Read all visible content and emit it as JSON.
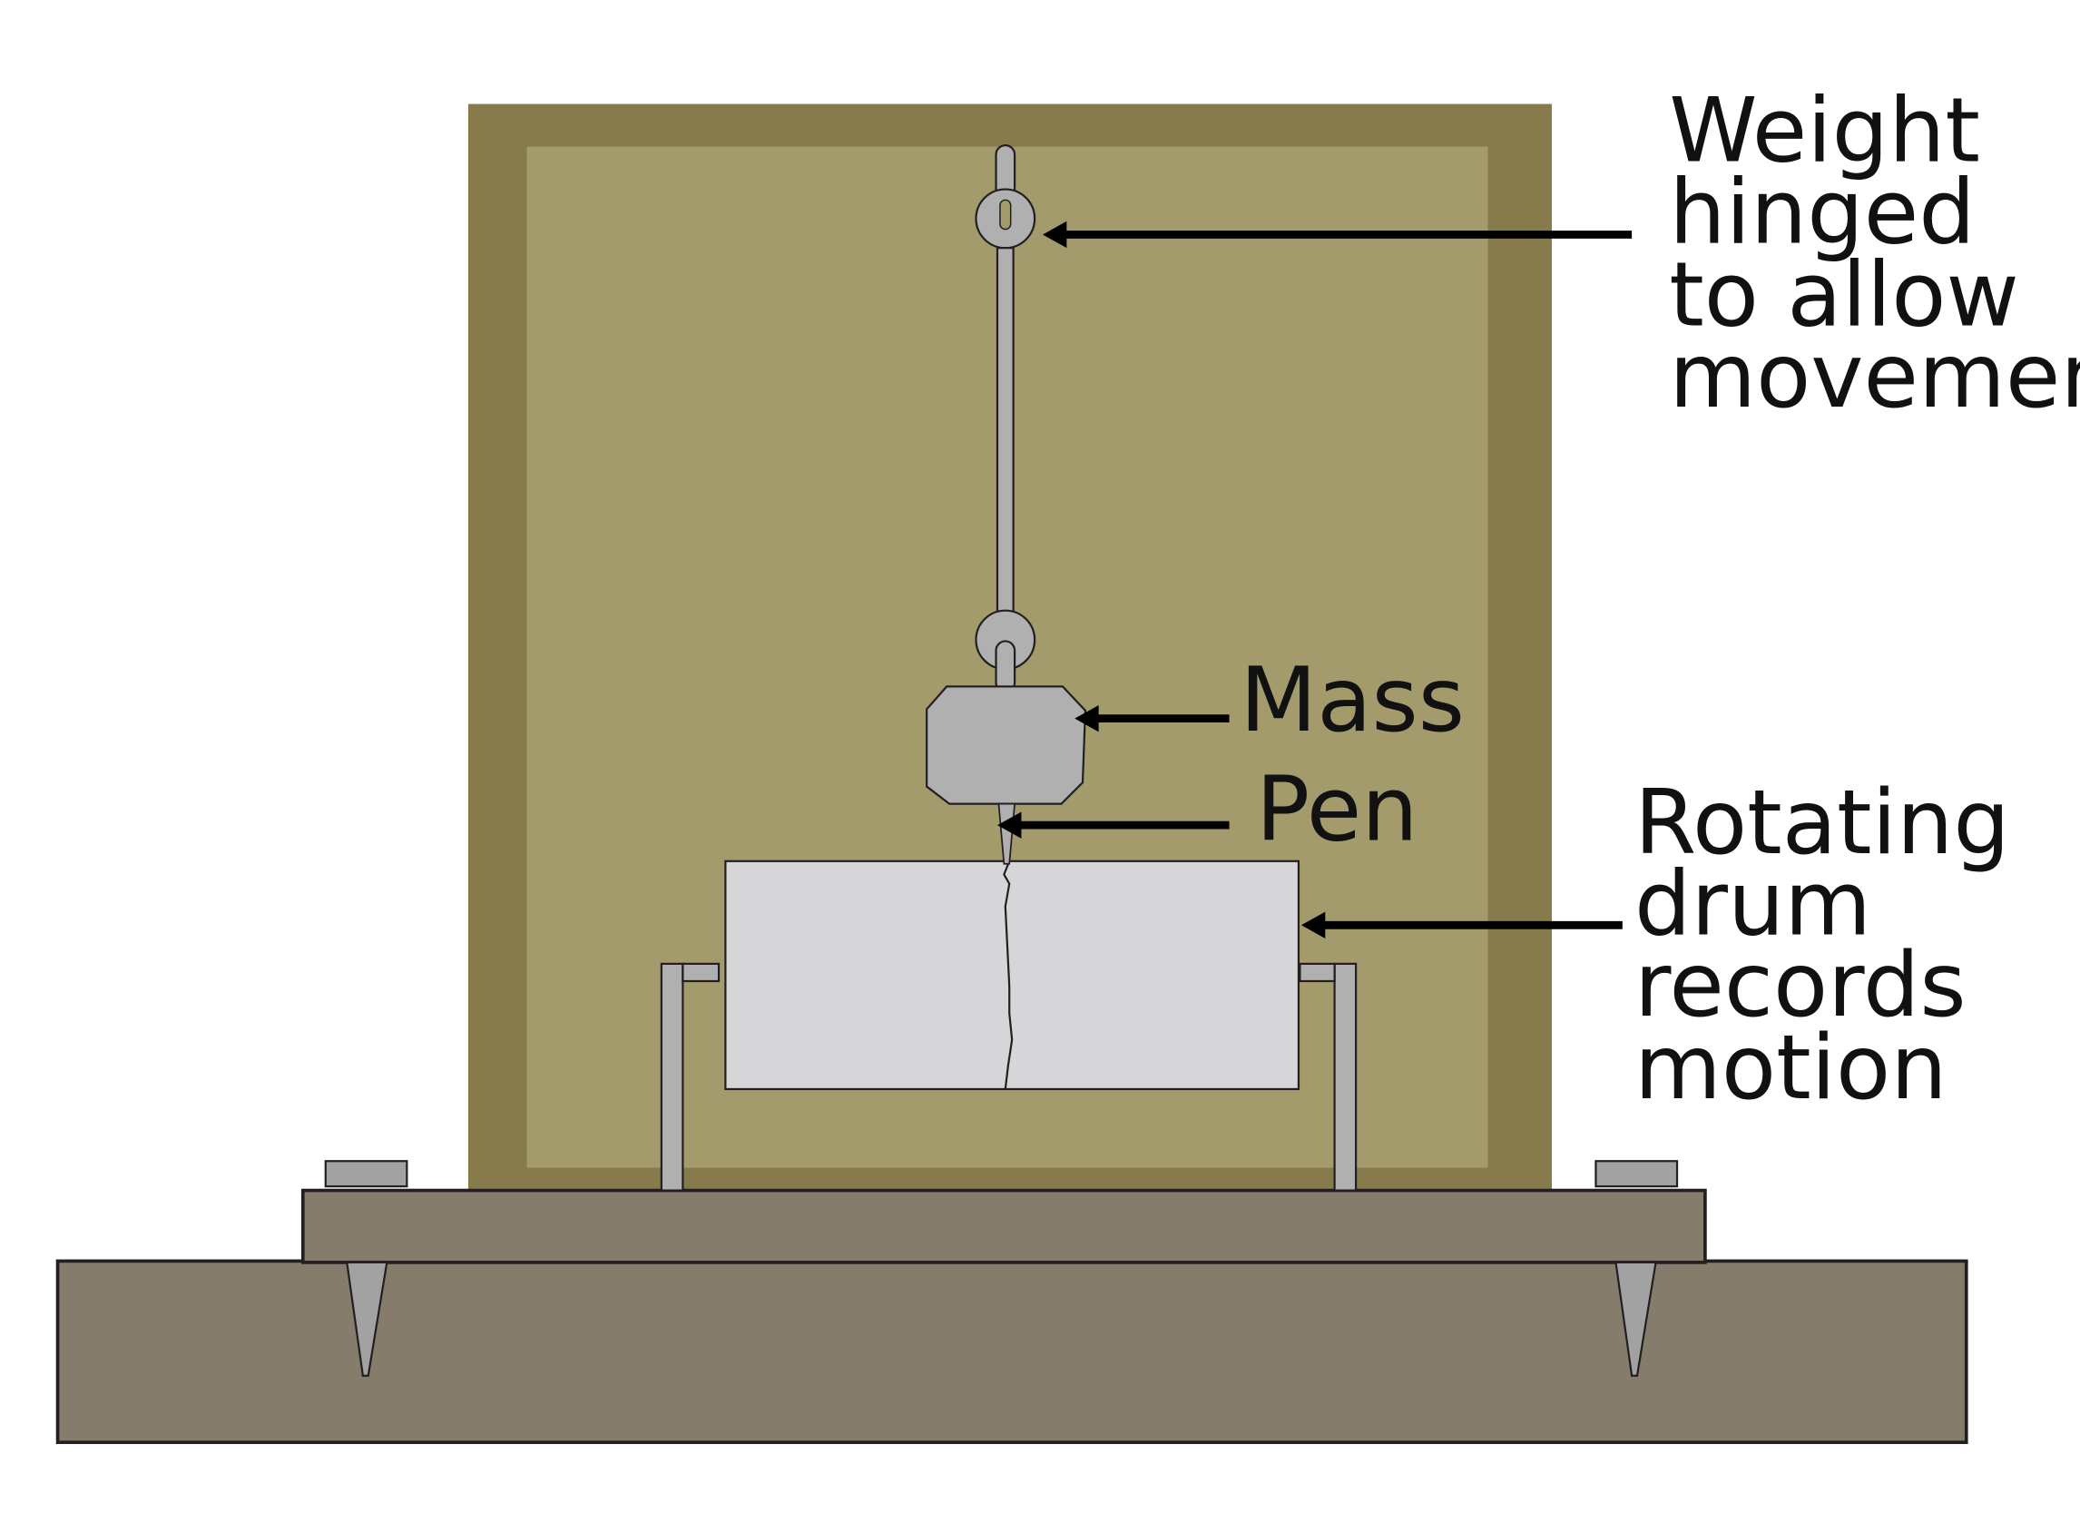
{
  "labels": {
    "weight": [
      "Weight",
      "hinged",
      "to allow",
      "movement"
    ],
    "mass": "Mass",
    "pen": "Pen",
    "drum": [
      "Rotating",
      "drum",
      "records",
      "motion"
    ]
  },
  "colors": {
    "housing_outer": "#877B4C",
    "housing_inner": "#A39B6C",
    "base": "#857C6C",
    "metal": "#B0B0B0",
    "metal_dark": "#A2A2A2",
    "drum": "#D6D6D8",
    "outline": "#231F20",
    "arrow": "#000000"
  }
}
